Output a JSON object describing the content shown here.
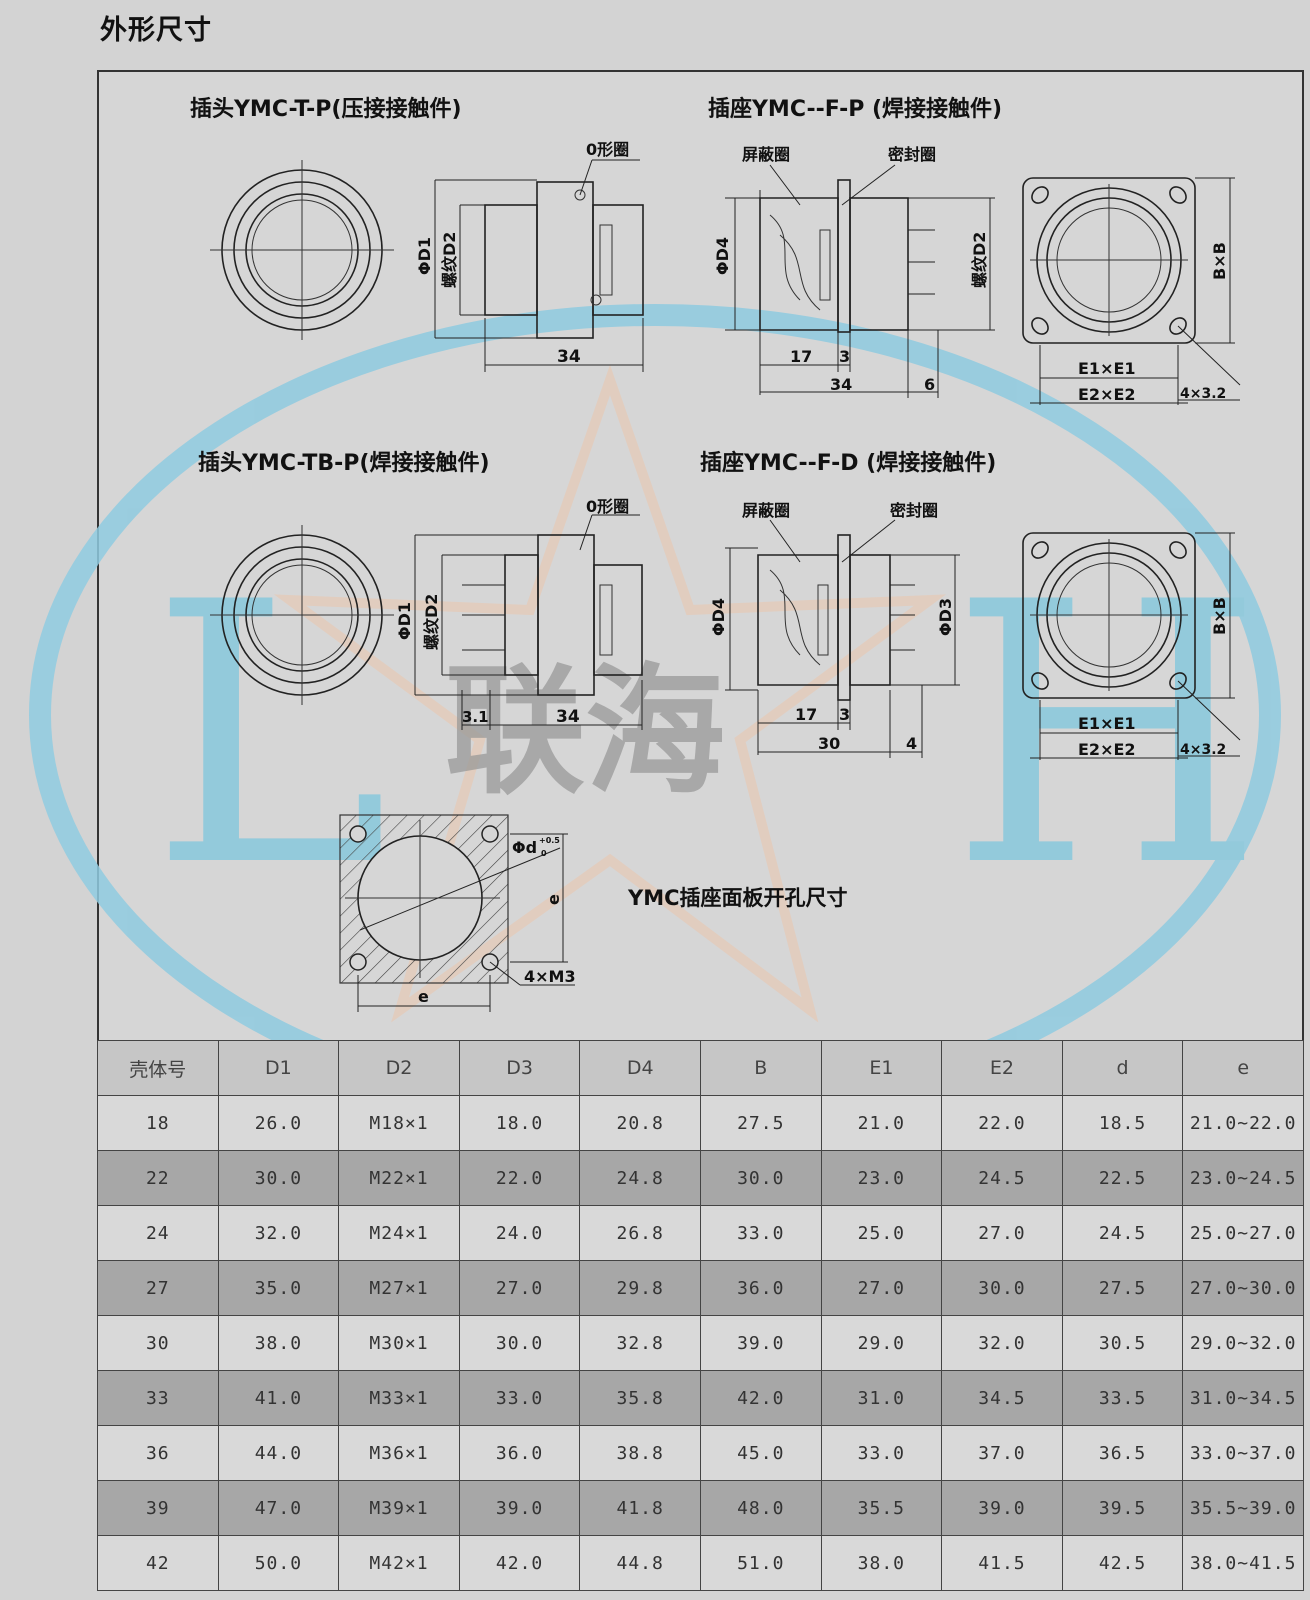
{
  "page": {
    "title": "外形尺寸"
  },
  "drawings": {
    "plug_crimp": {
      "title": "插头YMC-T-P(压接接触件)",
      "o_ring": "0形圈",
      "d1": "ΦD1",
      "d2": "螺纹D2",
      "len": "34"
    },
    "socket_fp": {
      "title": "插座YMC--F-P (焊接接触件)",
      "shield": "屏蔽圈",
      "seal": "密封圈",
      "d4": "ΦD4",
      "d2": "螺纹D2",
      "dim17": "17",
      "dim3": "3",
      "dim34": "34",
      "dim6": "6"
    },
    "flange_top": {
      "bxb": "B×B",
      "e1": "E1×E1",
      "e2": "E2×E2",
      "holes": "4×3.2"
    },
    "plug_weld": {
      "title": "插头YMC-TB-P(焊接接触件)",
      "o_ring": "0形圈",
      "d1": "ΦD1",
      "d2": "螺纹D2",
      "dim31": "3.1",
      "dim34": "34"
    },
    "socket_fd": {
      "title": "插座YMC--F-D (焊接接触件)",
      "shield": "屏蔽圈",
      "seal": "密封圈",
      "d4": "ΦD4",
      "d3": "ΦD3",
      "dim17": "17",
      "dim3": "3",
      "dim30": "30",
      "dim4": "4"
    },
    "flange_bottom": {
      "bxb": "B×B",
      "e1": "E1×E1",
      "e2": "E2×E2",
      "holes": "4×3.2"
    },
    "panel": {
      "title": "YMC插座面板开孔尺寸",
      "phi_d": "Φd",
      "tol_up": "+0.5",
      "tol_low": "0",
      "e_v": "e",
      "e_h": "e",
      "m3": "4×M3"
    }
  },
  "watermark": {
    "left": "L",
    "right": "H",
    "center": "联海"
  },
  "table": {
    "headers": [
      "壳体号",
      "D1",
      "D2",
      "D3",
      "D4",
      "B",
      "E1",
      "E2",
      "d",
      "e"
    ],
    "rows": [
      [
        "18",
        "26.0",
        "M18×1",
        "18.0",
        "20.8",
        "27.5",
        "21.0",
        "22.0",
        "18.5",
        "21.0~22.0"
      ],
      [
        "22",
        "30.0",
        "M22×1",
        "22.0",
        "24.8",
        "30.0",
        "23.0",
        "24.5",
        "22.5",
        "23.0~24.5"
      ],
      [
        "24",
        "32.0",
        "M24×1",
        "24.0",
        "26.8",
        "33.0",
        "25.0",
        "27.0",
        "24.5",
        "25.0~27.0"
      ],
      [
        "27",
        "35.0",
        "M27×1",
        "27.0",
        "29.8",
        "36.0",
        "27.0",
        "30.0",
        "27.5",
        "27.0~30.0"
      ],
      [
        "30",
        "38.0",
        "M30×1",
        "30.0",
        "32.8",
        "39.0",
        "29.0",
        "32.0",
        "30.5",
        "29.0~32.0"
      ],
      [
        "33",
        "41.0",
        "M33×1",
        "33.0",
        "35.8",
        "42.0",
        "31.0",
        "34.5",
        "33.5",
        "31.0~34.5"
      ],
      [
        "36",
        "44.0",
        "M36×1",
        "36.0",
        "38.8",
        "45.0",
        "33.0",
        "37.0",
        "36.5",
        "33.0~37.0"
      ],
      [
        "39",
        "47.0",
        "M39×1",
        "39.0",
        "41.8",
        "48.0",
        "35.5",
        "39.0",
        "39.5",
        "35.5~39.0"
      ],
      [
        "42",
        "50.0",
        "M42×1",
        "42.0",
        "44.8",
        "51.0",
        "38.0",
        "41.5",
        "42.5",
        "38.0~41.5"
      ]
    ]
  }
}
